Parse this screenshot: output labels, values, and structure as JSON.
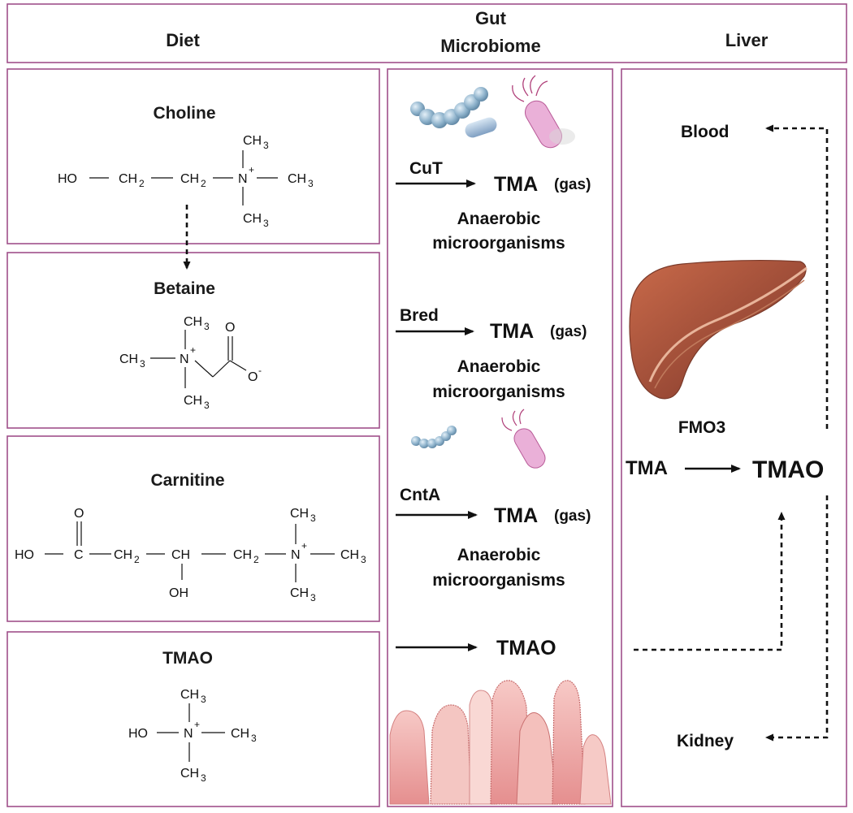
{
  "columns": {
    "diet": "Diet",
    "gut_line1": "Gut",
    "gut_line2": "Microbiome",
    "liver": "Liver"
  },
  "diet": {
    "choline": {
      "title": "Choline",
      "ho": "HO",
      "ch": "CH",
      "sub2": "2",
      "n": "N",
      "plus": "+",
      "ch3_c": "CH",
      "sub3": "3"
    },
    "betaine": {
      "title": "Betaine",
      "o": "O",
      "o_minus": "O",
      "minus": "-"
    },
    "carnitine": {
      "title": "Carnitine",
      "c": "C",
      "oh": "OH"
    },
    "tmao": {
      "title": "TMAO"
    }
  },
  "gut": {
    "reactions": [
      {
        "enzyme": "CuT",
        "product": "TMA",
        "state": "(gas)",
        "organism_line1": "Anaerobic",
        "organism_line2": "microorganisms"
      },
      {
        "enzyme": "Bred",
        "product": "TMA",
        "state": "(gas)",
        "organism_line1": "Anaerobic",
        "organism_line2": "microorganisms"
      },
      {
        "enzyme": "CntA",
        "product": "TMA",
        "state": "(gas)",
        "organism_line1": "Anaerobic",
        "organism_line2": "microorganisms"
      }
    ],
    "tmao_passthrough": "TMAO"
  },
  "liver": {
    "blood": "Blood",
    "enzyme": "FMO3",
    "substrate": "TMA",
    "product": "TMAO",
    "kidney": "Kidney"
  },
  "colors": {
    "frame": "#a0508a",
    "bacteria_blue": "#8fb3cc",
    "bacteria_pink": "#e8a8d8",
    "liver_brown": "#a8553f",
    "villi_pink": "#f2b8b8"
  },
  "icons": [
    "bacteria-chain-icon",
    "bacillus-icon",
    "flagellated-bacterium-icon",
    "liver-organ-icon",
    "intestinal-villi-icon"
  ]
}
